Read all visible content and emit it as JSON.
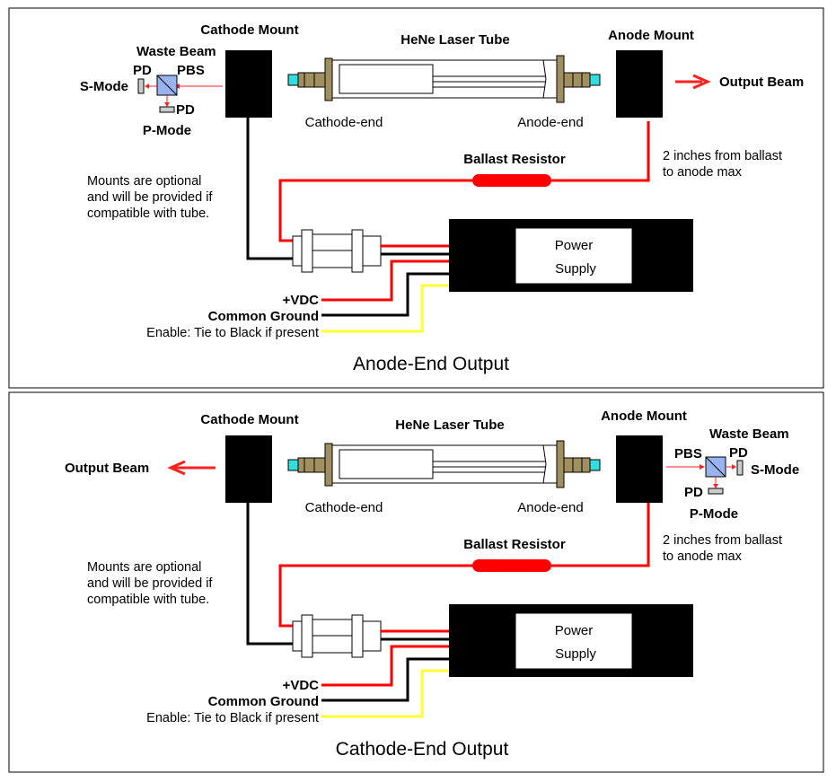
{
  "colors": {
    "wire_red": "#ff0000",
    "wire_black": "#000000",
    "wire_yellow": "#ffff33",
    "tube_glass": "#ffffff",
    "end_cap_metal": "#a09060",
    "window_cyan": "#33dddd",
    "beam_red": "#ff2020",
    "panel_border": "#000000"
  },
  "panels": [
    {
      "caption": "Anode-End Output",
      "output_side": "anode",
      "labels": {
        "cathode_mount": "Cathode Mount",
        "anode_mount": "Anode Mount",
        "tube": "HeNe Laser Tube",
        "cathode_end": "Cathode-end",
        "anode_end": "Anode-end",
        "output_beam": "Output Beam",
        "waste_beam": "Waste Beam",
        "pbs": "PBS",
        "pd_s": "PD",
        "pd_p": "PD",
        "s_mode": "S-Mode",
        "p_mode": "P-Mode",
        "ballast": "Ballast Resistor",
        "ballast_note_1": "2 inches from ballast",
        "ballast_note_2": "to anode max",
        "mounts_note_1": "Mounts are optional",
        "mounts_note_2": "and will be provided if",
        "mounts_note_3": "compatible with tube.",
        "ps_1": "Power",
        "ps_2": "Supply",
        "vdc": "+VDC",
        "ground": "Common Ground",
        "enable": "Enable: Tie to Black if present"
      }
    },
    {
      "caption": "Cathode-End Output",
      "output_side": "cathode",
      "labels": {
        "cathode_mount": "Cathode Mount",
        "anode_mount": "Anode Mount",
        "tube": "HeNe Laser Tube",
        "cathode_end": "Cathode-end",
        "anode_end": "Anode-end",
        "output_beam": "Output Beam",
        "waste_beam": "Waste Beam",
        "pbs": "PBS",
        "pd_s": "PD",
        "pd_p": "PD",
        "s_mode": "S-Mode",
        "p_mode": "P-Mode",
        "ballast": "Ballast Resistor",
        "ballast_note_1": "2 inches from ballast",
        "ballast_note_2": "to anode max",
        "mounts_note_1": "Mounts are optional",
        "mounts_note_2": "and will be provided if",
        "mounts_note_3": "compatible with tube.",
        "ps_1": "Power",
        "ps_2": "Supply",
        "vdc": "+VDC",
        "ground": "Common Ground",
        "enable": "Enable: Tie to Black if present"
      }
    }
  ]
}
